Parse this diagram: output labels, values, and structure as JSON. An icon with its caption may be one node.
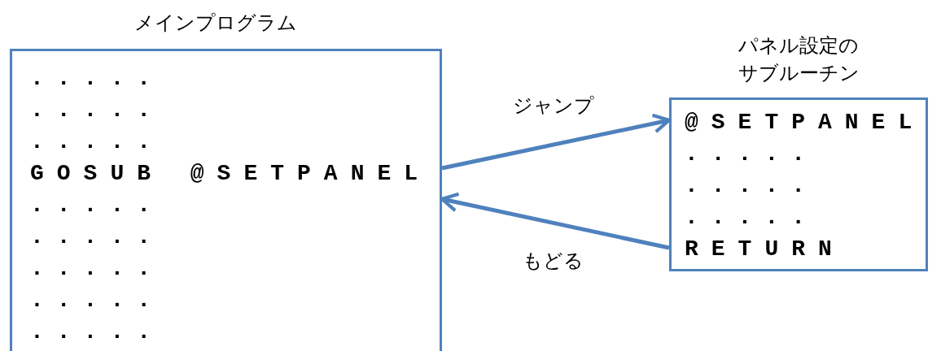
{
  "diagram": {
    "nodes": [
      {
        "text": [
          "メインプログラム",
          ".....",
          ".....",
          ".....",
          "GOSUB @SETPANEL",
          ".....",
          ".....",
          ".....",
          ".....",
          "....."
        ]
      },
      {
        "text": [
          "パネル設定のサブルーチン",
          "@SETPANEL",
          ".....",
          ".....",
          ".....",
          "RETURN"
        ]
      }
    ],
    "edges": [
      {
        "from": 0,
        "to": 1,
        "arrow": "to",
        "label": "ジャンプ"
      },
      {
        "from": 1,
        "to": 0,
        "arrow": "to",
        "label": "もどる"
      }
    ]
  }
}
